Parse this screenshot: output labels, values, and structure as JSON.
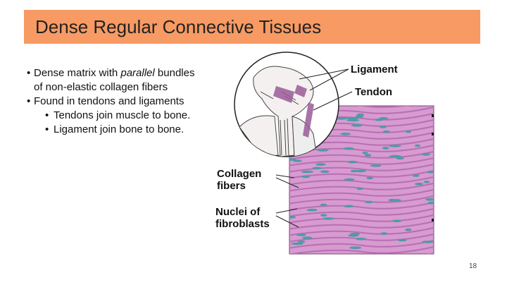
{
  "slide": {
    "title": "Dense Regular Connective Tissues",
    "page_number": "18"
  },
  "bullets": [
    {
      "prefix": "Dense matrix with ",
      "emph": "parallel",
      "suffix": " bundles of non-elastic collagen fibers"
    },
    {
      "text": "Found in tendons and ligaments"
    }
  ],
  "sub_bullets": [
    {
      "text": "Tendons join muscle to bone."
    },
    {
      "text": "Ligament join bone to bone."
    }
  ],
  "figure": {
    "labels": {
      "ligament": "Ligament",
      "tendon": "Tendon",
      "collagen_line1": "Collagen",
      "collagen_line2": "fibers",
      "nuclei_line1": "Nuclei of",
      "nuclei_line2": "fibroblasts"
    }
  },
  "colors": {
    "title_bar": "#f79a63",
    "tissue_background": "#d79bd0",
    "fiber": "#b86fb4",
    "nucleus": "#4f9aa6"
  }
}
